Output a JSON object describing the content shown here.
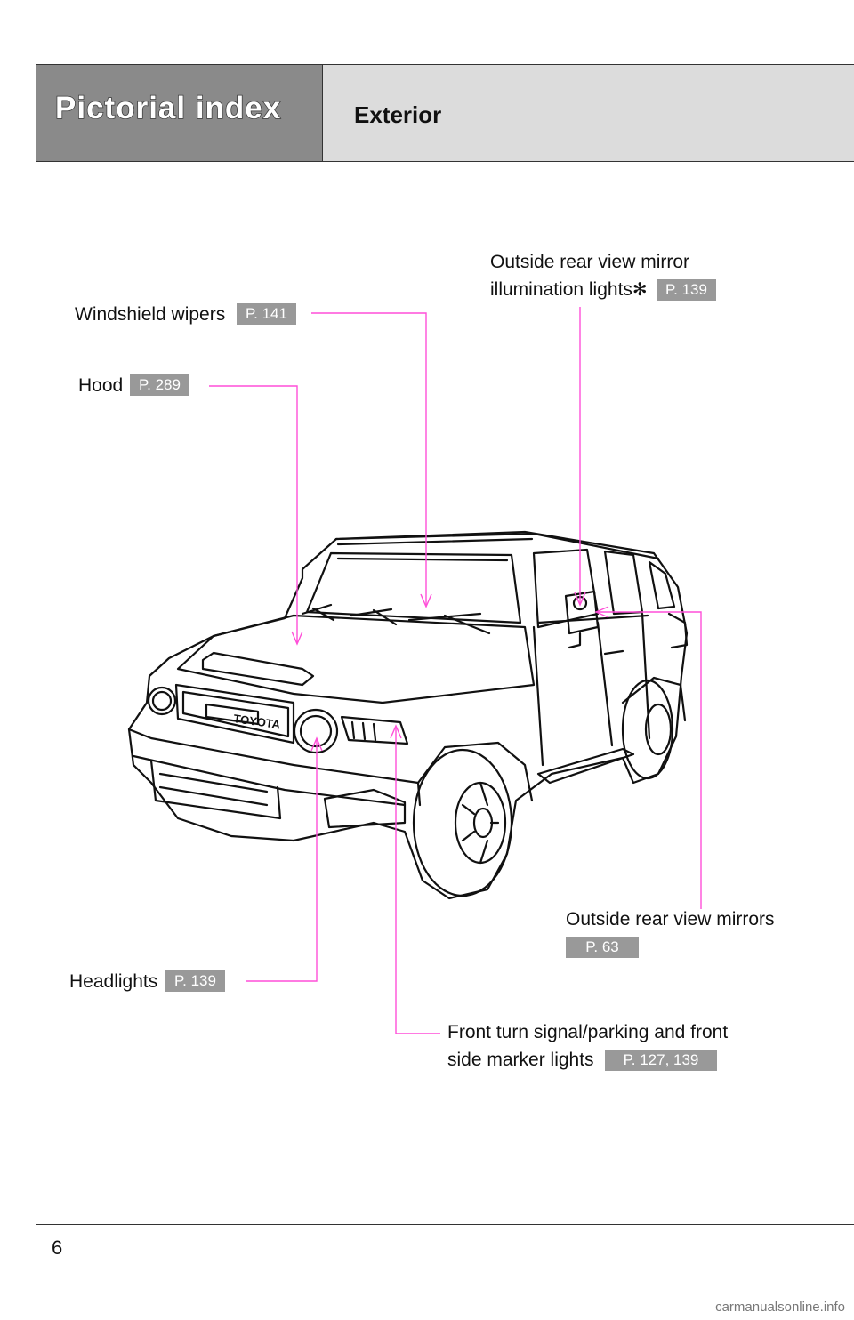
{
  "header": {
    "section_title": "Pictorial index",
    "page_subtitle": "Exterior"
  },
  "callouts": {
    "outside_mirror_lights": {
      "line1": "Outside rear view mirror",
      "line2": "illumination lights",
      "asterisk": "✻",
      "ref": "P. 139"
    },
    "windshield_wipers": {
      "label": "Windshield wipers",
      "ref": "P. 141"
    },
    "hood": {
      "label": "Hood",
      "ref": "P. 289"
    },
    "outside_mirrors": {
      "label": "Outside rear view mirrors",
      "ref": "P. 63"
    },
    "headlights": {
      "label": "Headlights",
      "ref": "P. 139"
    },
    "front_turn_signal": {
      "line1": "Front turn signal/parking and front",
      "line2": "side marker lights",
      "ref": "P. 127, 139"
    }
  },
  "vehicle": {
    "badge": "TOYOTA"
  },
  "colors": {
    "leader_line": "#ff4fd8",
    "header_dark": "#8a8a8a",
    "header_light": "#dcdcdc",
    "ref_badge": "#999999"
  },
  "footer": {
    "page_number": "6",
    "url": "carmanualsonline.info"
  }
}
